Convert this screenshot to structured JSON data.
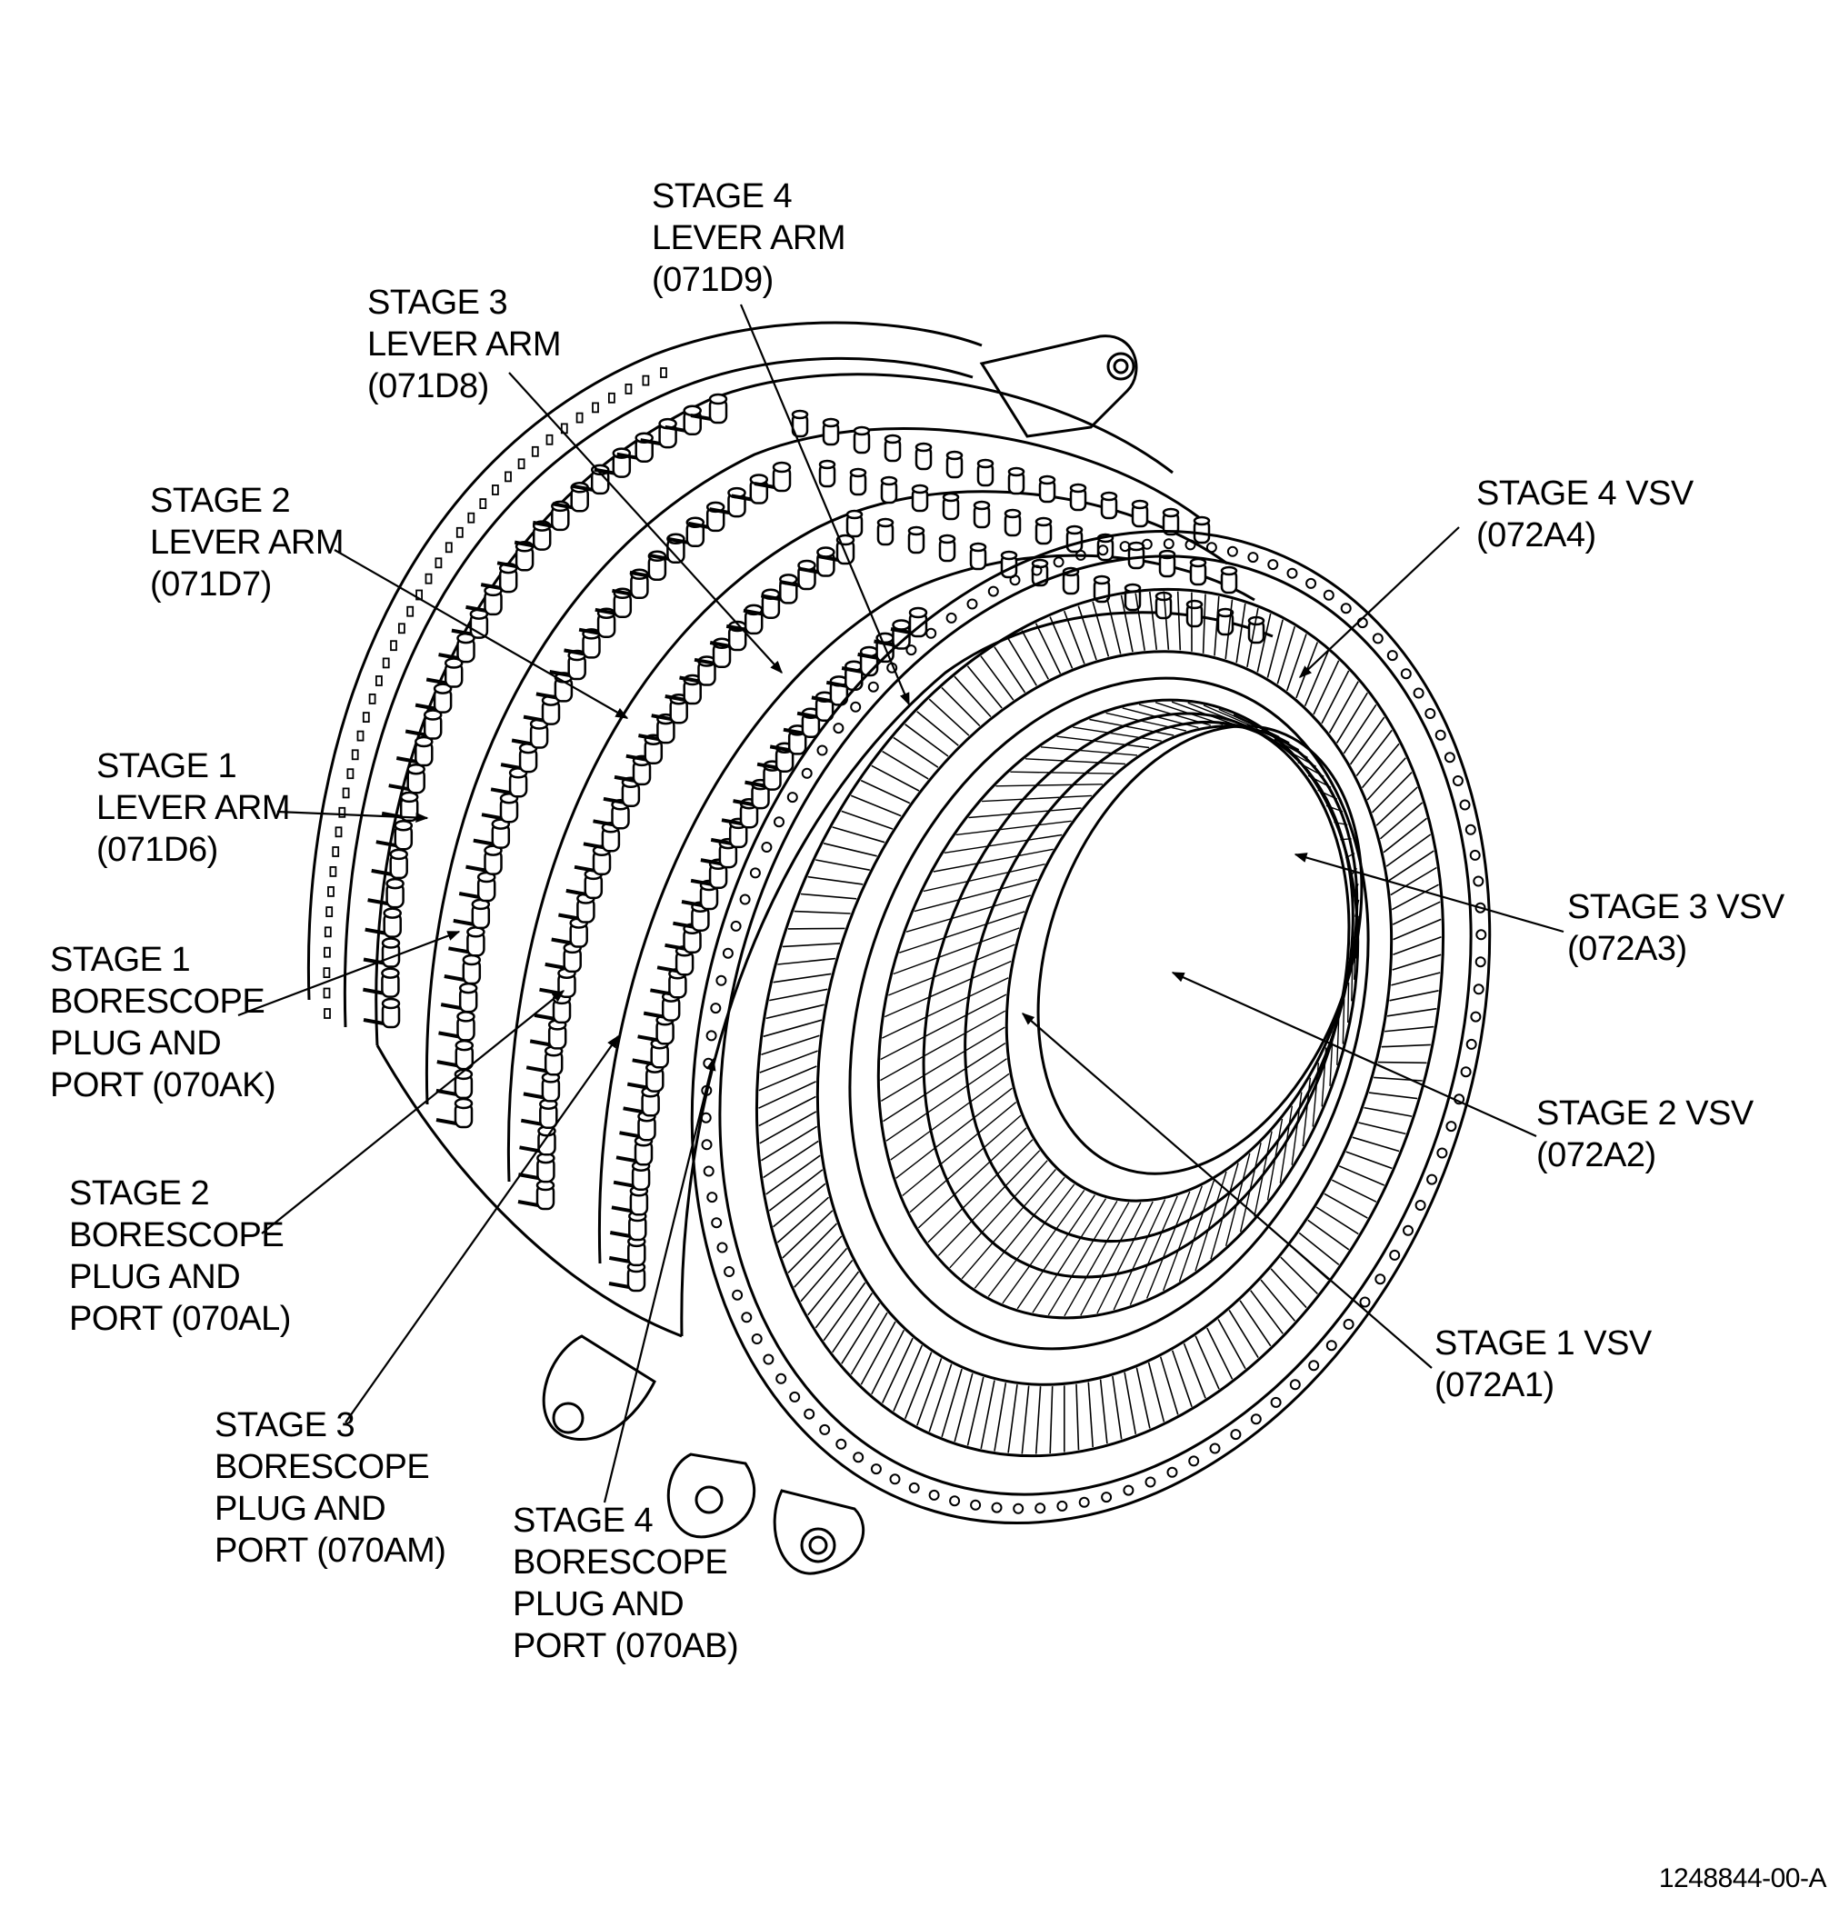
{
  "callouts": {
    "stage4_lever_arm": [
      "STAGE 4",
      "LEVER ARM",
      "(071D9)"
    ],
    "stage3_lever_arm": [
      "STAGE 3",
      "LEVER ARM",
      "(071D8)"
    ],
    "stage2_lever_arm": [
      "STAGE 2",
      "LEVER ARM",
      "(071D7)"
    ],
    "stage1_lever_arm": [
      "STAGE 1",
      "LEVER ARM",
      "(071D6)"
    ],
    "stage1_borescope": [
      "STAGE 1",
      "BORESCOPE",
      "PLUG AND",
      "PORT (070AK)"
    ],
    "stage2_borescope": [
      "STAGE 2",
      "BORESCOPE",
      "PLUG AND",
      "PORT (070AL)"
    ],
    "stage3_borescope": [
      "STAGE 3",
      "BORESCOPE",
      "PLUG AND",
      "PORT (070AM)"
    ],
    "stage4_borescope": [
      "STAGE 4",
      "BORESCOPE",
      "PLUG AND",
      "PORT (070AB)"
    ],
    "stage4_vsv": [
      "STAGE 4 VSV",
      "(072A4)"
    ],
    "stage3_vsv": [
      "STAGE 3 VSV",
      "(072A3)"
    ],
    "stage2_vsv": [
      "STAGE 2 VSV",
      "(072A2)"
    ],
    "stage1_vsv": [
      "STAGE 1 VSV",
      "(072A1)"
    ]
  },
  "drawing_number": "1248844-00-A"
}
